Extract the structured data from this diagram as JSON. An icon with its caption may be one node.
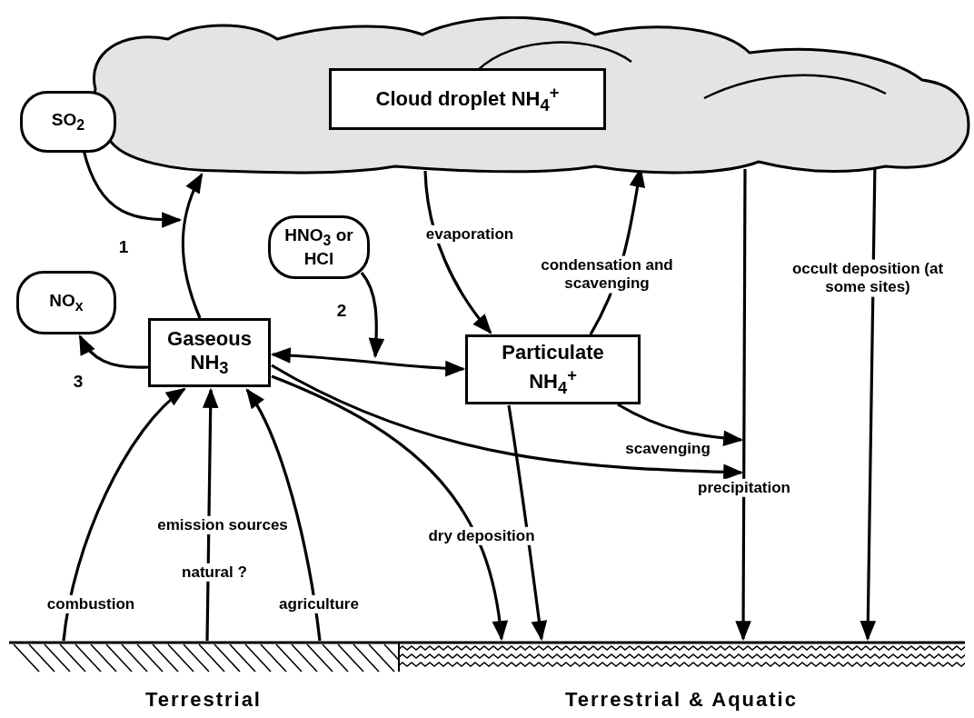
{
  "diagram": {
    "nodes": [
      {
        "text": [],
        "shape": "cloud"
      },
      {
        "text": [
          "Cloud droplet NH$_{4}$$^{+}$"
        ],
        "in": 0
      },
      {
        "text": [
          "SO$_{2}$"
        ]
      },
      {
        "text": [
          "HNO$_{3}$ or HCl"
        ]
      },
      {
        "text": [
          "NO$_{x}$"
        ]
      },
      {
        "text": [
          "Gaseous NH$_{3}$"
        ]
      },
      {
        "text": [
          "Particulate NH$_{4}$$^{+}$"
        ]
      },
      {
        "text": [
          "Terrestrial"
        ]
      },
      {
        "text": [
          "Terrestrial & Aquatic"
        ]
      }
    ],
    "edges": [
      {
        "from": 7,
        "to": 5,
        "arrow": "to",
        "label": "combustion"
      },
      {
        "from": 7,
        "to": 5,
        "arrow": "to",
        "label": "natural ?"
      },
      {
        "from": 7,
        "to": 5,
        "arrow": "to",
        "label": "agriculture"
      },
      {
        "from": 5,
        "to": 0,
        "arrow": "to"
      },
      {
        "from": 2,
        "to": null,
        "arrow": "to",
        "label": "1"
      },
      {
        "from": 5,
        "to": 4,
        "arrow": "to",
        "label": "3"
      },
      {
        "from": 3,
        "to": null,
        "arrow": "to",
        "label": "2"
      },
      {
        "from": 5,
        "to": 6,
        "arrow": "both"
      },
      {
        "from": 0,
        "to": 6,
        "arrow": "to",
        "label": "evaporation"
      },
      {
        "from": 6,
        "to": 0,
        "arrow": "to",
        "label": "condensation and scavenging"
      },
      {
        "from": 6,
        "to": null,
        "arrow": "to"
      },
      {
        "from": 5,
        "to": null,
        "arrow": "to",
        "label": "scavenging"
      },
      {
        "from": 5,
        "to": 8,
        "arrow": "to",
        "label": "dry deposition"
      },
      {
        "from": 6,
        "to": 8,
        "arrow": "to"
      },
      {
        "from": 0,
        "to": 8,
        "arrow": "to",
        "label": "precipitation"
      },
      {
        "from": 0,
        "to": 8,
        "arrow": "to",
        "label": "occult deposition (at some sites)"
      }
    ],
    "labels": [
      "emission sources"
    ]
  }
}
